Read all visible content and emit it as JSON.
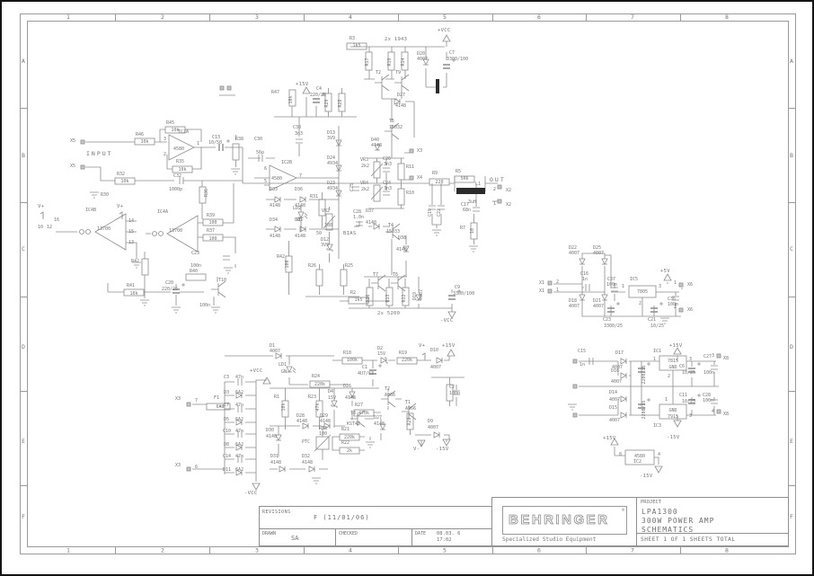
{
  "border": {
    "columns": [
      "1",
      "2",
      "3",
      "4",
      "5",
      "6",
      "7",
      "8"
    ],
    "rows": [
      "A",
      "B",
      "C",
      "D",
      "E",
      "F"
    ]
  },
  "revisions": {
    "label": "REVISIONS",
    "value": "F (11/01/06)",
    "drawn_label": "DRAWN",
    "drawn_value": "SA",
    "checked_label": "CHECKED",
    "checked_value": "",
    "date_label": "DATE",
    "date_value": "08.03. 6",
    "time_value": "17:02"
  },
  "title": {
    "brand": "BEHRINGER",
    "registered": "®",
    "tagline": "Specialized Studio Equipment",
    "project_label": "PROJECT",
    "project_lines": [
      "LPA1300",
      "300W POWER AMP",
      "SCHEMATICS"
    ],
    "sheet_info": "SHEET 1  OF 1  SHEETS TOTAL"
  },
  "colors": {
    "ink": "#8c8c8c",
    "text": "#757575",
    "dark": "#2b2b2b",
    "bg": "#ffffff"
  },
  "schematic": {
    "nets": [
      [
        "INPUT",
        96,
        173,
        "B"
      ],
      [
        "OUT",
        545,
        202,
        "B"
      ],
      [
        "+VCC",
        487,
        35
      ],
      [
        "+VCC",
        278,
        414
      ],
      [
        "-VCC",
        490,
        358
      ],
      [
        "-VCC",
        272,
        550
      ],
      [
        "+15V",
        329,
        95
      ],
      [
        "+15V",
        492,
        386
      ],
      [
        "+15V",
        745,
        386
      ],
      [
        "+15V",
        671,
        489
      ],
      [
        "-15V",
        485,
        501
      ],
      [
        "-15V",
        742,
        488
      ],
      [
        "-15V",
        712,
        531
      ],
      [
        "+5V",
        735,
        303
      ],
      [
        "V+",
        42,
        231
      ],
      [
        "V+",
        130,
        231
      ],
      [
        "V+",
        466,
        386
      ],
      [
        "V-",
        460,
        501
      ],
      [
        "BIAS",
        382,
        261
      ],
      [
        "2x 1943",
        428,
        45
      ],
      [
        "2x 5200",
        420,
        350
      ]
    ],
    "labels": [
      [
        "X5",
        78,
        158
      ],
      [
        "X5",
        78,
        186
      ],
      [
        "R46",
        151,
        151
      ],
      [
        "10k",
        161,
        159,
        "m"
      ],
      [
        "R45",
        185,
        138
      ],
      [
        "10k",
        195,
        146,
        "m"
      ],
      [
        "IC2A",
        198,
        148
      ],
      [
        "4580",
        193,
        167
      ],
      [
        "3",
        182,
        156
      ],
      [
        "2",
        182,
        173
      ],
      [
        "1",
        219,
        161
      ],
      [
        "C13",
        236,
        154
      ],
      [
        "10/50",
        232,
        160
      ],
      [
        "R35",
        196,
        181
      ],
      [
        "10k",
        203,
        190,
        "m"
      ],
      [
        "C32",
        193,
        197
      ],
      [
        "1000p",
        188,
        212
      ],
      [
        "R32",
        130,
        195
      ],
      [
        "10k",
        139,
        203,
        "m"
      ],
      [
        "R30",
        112,
        218
      ],
      [
        "R36",
        231,
        219,
        "r"
      ],
      [
        "IC4B",
        95,
        235
      ],
      [
        "13700",
        108,
        256
      ],
      [
        "14",
        143,
        247
      ],
      [
        "15",
        143,
        259
      ],
      [
        "13",
        143,
        271
      ],
      [
        "10",
        42,
        254
      ],
      [
        "12",
        52,
        254
      ],
      [
        "16",
        60,
        246
      ],
      [
        "IC4A",
        175,
        237
      ],
      [
        "13700",
        188,
        258
      ],
      [
        "R39",
        230,
        241
      ],
      [
        "100",
        237,
        249,
        "m"
      ],
      [
        "R37",
        230,
        258
      ],
      [
        "100",
        237,
        267,
        "m"
      ],
      [
        "C23",
        213,
        283
      ],
      [
        "100n",
        212,
        297
      ],
      [
        "R42",
        146,
        292
      ],
      [
        "R40",
        211,
        303
      ],
      [
        "R41",
        141,
        319
      ],
      [
        "10k",
        149,
        328,
        "m"
      ],
      [
        "C20",
        184,
        316
      ],
      [
        "220/25",
        180,
        323
      ],
      [
        "T10",
        243,
        313
      ],
      [
        "100n",
        222,
        341
      ],
      [
        "R47",
        302,
        104
      ],
      [
        "10k",
        325,
        111,
        "rm"
      ],
      [
        "C4",
        352,
        100
      ],
      [
        "220/25",
        345,
        107
      ],
      [
        "R29",
        365,
        115,
        "rm"
      ],
      [
        "R28",
        380,
        115,
        "rm"
      ],
      [
        "C38",
        326,
        143
      ],
      [
        "3n3",
        328,
        150
      ],
      [
        "C30",
        283,
        156
      ],
      [
        "56p",
        285,
        171
      ],
      [
        "R38",
        262,
        156
      ],
      [
        "IC2B",
        313,
        182
      ],
      [
        "4580",
        302,
        200
      ],
      [
        "6",
        294,
        189
      ],
      [
        "5",
        294,
        203
      ],
      [
        "7",
        333,
        197
      ],
      [
        "D33",
        300,
        212
      ],
      [
        "4148",
        300,
        230
      ],
      [
        "D36",
        328,
        212
      ],
      [
        "4148",
        328,
        230
      ],
      [
        "LD2",
        326,
        233
      ],
      [
        "RD",
        330,
        246
      ],
      [
        "D34",
        300,
        246
      ],
      [
        "4148",
        300,
        264
      ],
      [
        "D35",
        328,
        246
      ],
      [
        "4148",
        328,
        264
      ],
      [
        "R42",
        308,
        287
      ],
      [
        "100",
        321,
        294,
        "rm"
      ],
      [
        "R31",
        345,
        220
      ],
      [
        "VR2",
        358,
        236
      ],
      [
        "180",
        361,
        252
      ],
      [
        "50",
        352,
        261
      ],
      [
        "D12",
        357,
        268
      ],
      [
        "3V9",
        357,
        274
      ],
      [
        "R26",
        343,
        297
      ],
      [
        "R25",
        384,
        297
      ],
      [
        "D13",
        364,
        149
      ],
      [
        "3V9",
        364,
        155
      ],
      [
        "D24",
        364,
        177
      ],
      [
        "4934",
        364,
        183
      ],
      [
        "D23",
        364,
        205
      ],
      [
        "4934",
        364,
        211
      ],
      [
        "C25",
        393,
        213,
        "r"
      ],
      [
        "C28",
        393,
        237
      ],
      [
        "1.0n",
        393,
        243
      ],
      [
        "D37",
        407,
        236
      ],
      [
        "4148",
        407,
        249
      ],
      [
        "T4",
        432,
        252
      ],
      [
        "15033",
        430,
        259
      ],
      [
        "D38",
        443,
        266
      ],
      [
        "4148",
        441,
        279
      ],
      [
        "D40",
        413,
        157
      ],
      [
        "4148",
        413,
        163
      ],
      [
        "VR3",
        401,
        179
      ],
      [
        "2k2",
        402,
        186
      ],
      [
        "C26",
        426,
        178
      ],
      [
        "3n3",
        427,
        184
      ],
      [
        "R11",
        452,
        187
      ],
      [
        "VR4",
        401,
        205
      ],
      [
        "2k2",
        402,
        212
      ],
      [
        "C24",
        426,
        205
      ],
      [
        "3n3",
        427,
        211
      ],
      [
        "R10",
        452,
        216
      ],
      [
        "X3",
        464,
        169
      ],
      [
        "X4",
        464,
        199
      ],
      [
        "R3",
        389,
        44
      ],
      [
        "1k5",
        397,
        52,
        "m"
      ],
      [
        "R17",
        410,
        69,
        "rm"
      ],
      [
        "R19",
        435,
        69,
        "rm"
      ],
      [
        "R14",
        450,
        69,
        "rm"
      ],
      [
        "D20",
        464,
        61
      ],
      [
        "4007",
        464,
        67
      ],
      [
        "C7",
        500,
        60
      ],
      [
        "3300/100",
        497,
        67
      ],
      [
        "T2",
        418,
        82
      ],
      [
        "T9",
        440,
        82
      ],
      [
        "D27",
        442,
        107
      ],
      [
        "4148",
        440,
        119
      ],
      [
        "T5",
        433,
        136
      ],
      [
        "15032",
        433,
        143
      ],
      [
        "R9",
        481,
        194
      ],
      [
        "220",
        489,
        204,
        "m"
      ],
      [
        "R5",
        507,
        192
      ],
      [
        "5R6",
        517,
        200,
        "m"
      ],
      [
        "L1",
        529,
        206
      ],
      [
        "3uH",
        521,
        226
      ],
      [
        "C17",
        513,
        229
      ],
      [
        "68n",
        515,
        235
      ],
      [
        "R7",
        512,
        255
      ],
      [
        "10",
        527,
        257,
        "rm"
      ],
      [
        "2",
        549,
        212
      ],
      [
        "X2",
        563,
        213
      ],
      [
        "1",
        549,
        228
      ],
      [
        "X2",
        563,
        229
      ],
      [
        "C19",
        480,
        241,
        "r"
      ],
      [
        "C22",
        490,
        241,
        "r"
      ],
      [
        "T7",
        415,
        307
      ],
      [
        "T6",
        437,
        307
      ],
      [
        "R16",
        411,
        332,
        "rm"
      ],
      [
        "R13",
        433,
        332,
        "rm"
      ],
      [
        "R12",
        451,
        332,
        "rm"
      ],
      [
        "D19",
        463,
        334,
        "r"
      ],
      [
        "4007",
        470,
        334,
        "r"
      ],
      [
        "R2",
        390,
        327
      ],
      [
        "1k5",
        399,
        335,
        "m"
      ],
      [
        "C9",
        506,
        321
      ],
      [
        "3300/100",
        504,
        328
      ],
      [
        "D1",
        300,
        386
      ],
      [
        "4007",
        300,
        392
      ],
      [
        "LD1",
        310,
        407
      ],
      [
        "GN",
        313,
        415
      ],
      [
        "R24",
        347,
        420
      ],
      [
        "220k",
        356,
        429,
        "m"
      ],
      [
        "C1",
        403,
        410
      ],
      [
        "4U7/63",
        398,
        417
      ],
      [
        "R18",
        382,
        394
      ],
      [
        "100k",
        392,
        402,
        "m"
      ],
      [
        "D2",
        420,
        389
      ],
      [
        "15V",
        420,
        395
      ],
      [
        "R19",
        444,
        394
      ],
      [
        "220k",
        453,
        402,
        "m"
      ],
      [
        "D10",
        479,
        391
      ],
      [
        "4007",
        479,
        410
      ],
      [
        "F1",
        238,
        444
      ],
      [
        "6A3",
        245,
        454,
        "m"
      ],
      [
        "X3",
        195,
        445
      ],
      [
        "7",
        217,
        447
      ],
      [
        "X3",
        195,
        519
      ],
      [
        "6",
        217,
        521
      ],
      [
        "C3",
        249,
        421
      ],
      [
        "47n",
        262,
        421
      ],
      [
        "D3",
        249,
        438
      ],
      [
        "6A2",
        262,
        438
      ],
      [
        "C7",
        249,
        452
      ],
      [
        "47n",
        262,
        452
      ],
      [
        "D5",
        249,
        468
      ],
      [
        "6A2",
        262,
        468
      ],
      [
        "C10",
        248,
        481
      ],
      [
        "47n",
        262,
        481
      ],
      [
        "D8",
        249,
        496
      ],
      [
        "6A2",
        262,
        496
      ],
      [
        "C14",
        248,
        509
      ],
      [
        "47n",
        262,
        509
      ],
      [
        "D11",
        248,
        524
      ],
      [
        "6A2",
        262,
        524
      ],
      [
        "R1",
        305,
        443
      ],
      [
        "10k",
        317,
        453,
        "rm"
      ],
      [
        "R23",
        343,
        443
      ],
      [
        "47k",
        355,
        453,
        "rm"
      ],
      [
        "D4",
        365,
        437
      ],
      [
        "15V",
        365,
        444
      ],
      [
        "D28",
        330,
        464
      ],
      [
        "4148",
        330,
        470
      ],
      [
        "D29",
        356,
        464
      ],
      [
        "4148",
        356,
        470
      ],
      [
        "R33",
        355,
        478
      ],
      [
        "100",
        355,
        484
      ],
      [
        "PTC",
        336,
        493
      ],
      [
        "D30",
        296,
        480
      ],
      [
        "4148",
        296,
        487
      ],
      [
        "D31",
        301,
        509
      ],
      [
        "4148",
        301,
        516
      ],
      [
        "D32",
        336,
        509
      ],
      [
        "4148",
        336,
        516
      ],
      [
        "D26",
        382,
        431
      ],
      [
        "4148",
        384,
        444
      ],
      [
        "R27",
        395,
        452
      ],
      [
        "470k",
        405,
        461,
        "m"
      ],
      [
        "T2",
        428,
        434
      ],
      [
        "A966",
        428,
        441
      ],
      [
        "T1",
        451,
        449
      ],
      [
        "A966",
        451,
        456
      ],
      [
        "T3",
        390,
        461
      ],
      [
        "KST42",
        386,
        473
      ],
      [
        "R21",
        380,
        479
      ],
      [
        "220k",
        389,
        488,
        "m"
      ],
      [
        "R22",
        380,
        494
      ],
      [
        "2k",
        389,
        503,
        "m"
      ],
      [
        "D27",
        416,
        466
      ],
      [
        "4148",
        416,
        473
      ],
      [
        "R20",
        457,
        469,
        "rm"
      ],
      [
        "D9",
        476,
        470
      ],
      [
        "4007",
        476,
        477
      ],
      [
        "C2",
        500,
        432
      ],
      [
        "100n",
        500,
        439
      ],
      [
        "D22",
        633,
        277
      ],
      [
        "4007",
        633,
        283
      ],
      [
        "D25",
        660,
        277
      ],
      [
        "4007",
        660,
        283
      ],
      [
        "C16",
        646,
        306
      ],
      [
        "1n",
        648,
        312
      ],
      [
        "X1",
        600,
        316
      ],
      [
        "2",
        619,
        315
      ],
      [
        "X1",
        600,
        325
      ],
      [
        "1",
        619,
        324
      ],
      [
        "D18",
        633,
        336
      ],
      [
        "4007",
        633,
        342
      ],
      [
        "D21",
        660,
        336
      ],
      [
        "4007",
        660,
        342
      ],
      [
        "C37",
        676,
        312
      ],
      [
        "100n",
        675,
        318
      ],
      [
        "IC5",
        701,
        312
      ],
      [
        "7805",
        715,
        326,
        "m"
      ],
      [
        "1",
        692,
        320
      ],
      [
        "3",
        733,
        320
      ],
      [
        "2",
        711,
        339
      ],
      [
        "C36",
        743,
        334
      ],
      [
        "100n",
        743,
        340
      ],
      [
        "1",
        750,
        316
      ],
      [
        "X6",
        765,
        318
      ],
      [
        "2",
        750,
        343
      ],
      [
        "X6",
        765,
        346
      ],
      [
        "C23",
        671,
        357
      ],
      [
        "3300/25",
        672,
        364
      ],
      [
        "C21",
        721,
        357
      ],
      [
        "10/25",
        724,
        364
      ],
      [
        "C15",
        643,
        392
      ],
      [
        "1n",
        645,
        407
      ],
      [
        "D17",
        685,
        394
      ],
      [
        "4007",
        681,
        410
      ],
      [
        "D16",
        680,
        414
      ],
      [
        "4007",
        680,
        426
      ],
      [
        "D14",
        678,
        438
      ],
      [
        "4007",
        678,
        446
      ],
      [
        "D15",
        678,
        455
      ],
      [
        "4007",
        678,
        469
      ],
      [
        "2200/35",
        718,
        417,
        "rm"
      ],
      [
        "2200/35",
        718,
        456,
        "rm"
      ],
      [
        "IC1",
        727,
        392
      ],
      [
        "7815",
        749,
        403,
        "m"
      ],
      [
        "GND",
        749,
        410,
        "m"
      ],
      [
        "1",
        727,
        401
      ],
      [
        "3",
        767,
        401
      ],
      [
        "2",
        743,
        420
      ],
      [
        "GND",
        749,
        458,
        "m"
      ],
      [
        "7915",
        749,
        465,
        "m"
      ],
      [
        "IC3",
        727,
        475
      ],
      [
        "1",
        740,
        446
      ],
      [
        "3",
        767,
        464
      ],
      [
        "C6",
        756,
        409
      ],
      [
        "10/25",
        759,
        416
      ],
      [
        "C27",
        783,
        398
      ],
      [
        "100n",
        783,
        416
      ],
      [
        "C11",
        756,
        441
      ],
      [
        "10/25",
        759,
        448
      ],
      [
        "C28",
        782,
        441
      ],
      [
        "100n",
        782,
        447
      ],
      [
        "3",
        792,
        397
      ],
      [
        "X8",
        805,
        400
      ],
      [
        "4",
        792,
        459
      ],
      [
        "X8",
        805,
        462
      ],
      [
        "4580",
        712,
        509,
        "m"
      ],
      [
        "IC2",
        705,
        515
      ],
      [
        "8",
        689,
        507
      ],
      [
        "4",
        732,
        507
      ]
    ]
  }
}
